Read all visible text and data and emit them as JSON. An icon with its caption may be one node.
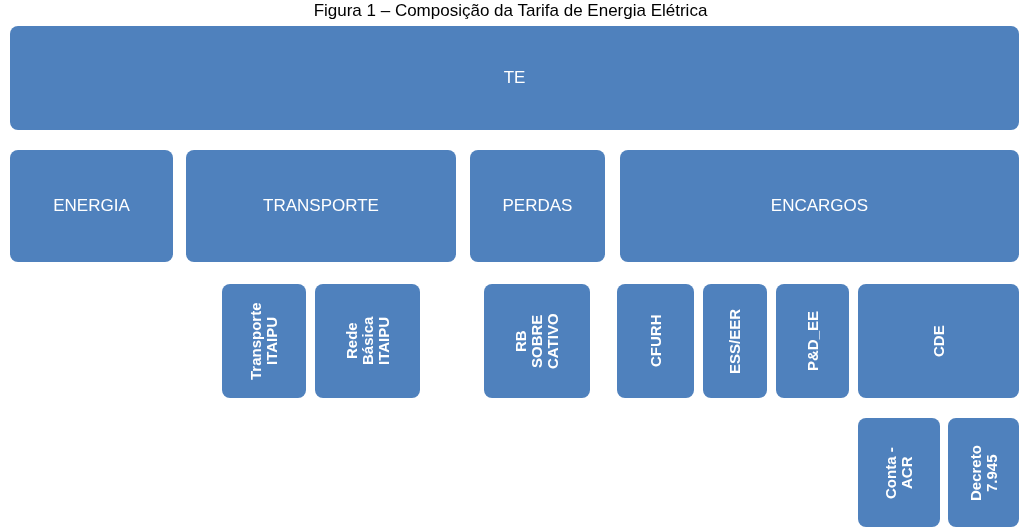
{
  "diagram": {
    "title": "Figura 1 – Composição da Tarifa de Energia Elétrica",
    "nodes": [
      {
        "text": [
          "TE"
        ]
      },
      {
        "text": [
          "ENERGIA"
        ]
      },
      {
        "text": [
          "TRANSPORTE"
        ]
      },
      {
        "text": [
          "PERDAS"
        ]
      },
      {
        "text": [
          "ENCARGOS"
        ]
      },
      {
        "text": [
          "Transporte ITAIPU"
        ]
      },
      {
        "text": [
          "Rede Básica ITAIPU"
        ]
      },
      {
        "text": [
          "RB SOBRE CATIVO"
        ]
      },
      {
        "text": [
          "CFURH"
        ]
      },
      {
        "text": [
          "ESS/EER"
        ]
      },
      {
        "text": [
          "P&D_EE"
        ]
      },
      {
        "text": [
          "CDE"
        ]
      },
      {
        "text": [
          "Conta - ACR"
        ]
      },
      {
        "text": [
          "Decreto 7.945"
        ]
      }
    ]
  }
}
